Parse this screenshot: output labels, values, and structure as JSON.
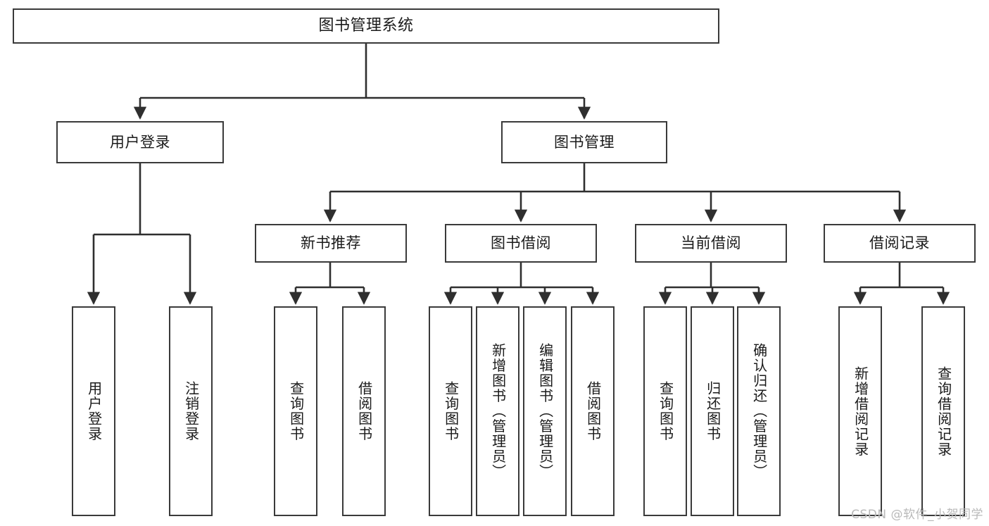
{
  "diagram": {
    "title": "图书管理系统",
    "type": "tree-hierarchy-chart",
    "watermark": "CSDN @软件_小贺同学",
    "colors": {
      "box_border": "#3a3a3a",
      "box_fill": "#ffffff",
      "edge": "#2f2f2f",
      "text": "#1a1a1a",
      "watermark": "#b9b9b9",
      "background": "#ffffff"
    },
    "root": {
      "label": "图书管理系统"
    },
    "level2": [
      {
        "label": "用户登录"
      },
      {
        "label": "图书管理"
      }
    ],
    "level3": [
      {
        "label": "新书推荐"
      },
      {
        "label": "图书借阅"
      },
      {
        "label": "当前借阅"
      },
      {
        "label": "借阅记录"
      }
    ],
    "leaves": {
      "user_login": [
        {
          "label": "用户登录"
        },
        {
          "label": "注销登录"
        }
      ],
      "new_book_recommend": [
        {
          "label": "查询图书"
        },
        {
          "label": "借阅图书"
        }
      ],
      "book_borrow": [
        {
          "label": "查询图书"
        },
        {
          "label": "新增图书（管理员）"
        },
        {
          "label": "编辑图书（管理员）"
        },
        {
          "label": "借阅图书"
        }
      ],
      "current_borrow": [
        {
          "label": "查询图书"
        },
        {
          "label": "归还图书"
        },
        {
          "label": "确认归还（管理员）"
        }
      ],
      "borrow_record": [
        {
          "label": "新增借阅记录"
        },
        {
          "label": "查询借阅记录"
        }
      ]
    }
  }
}
